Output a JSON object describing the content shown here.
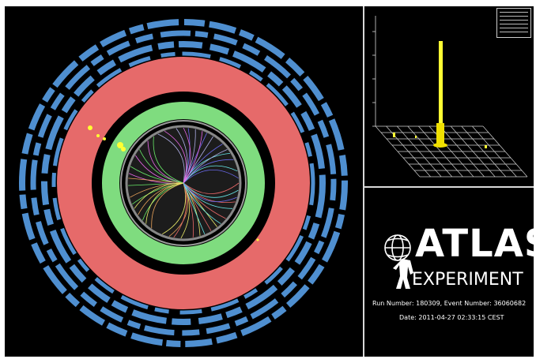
{
  "display": {
    "brand_name": "ATLAS",
    "brand_subtitle": "EXPERIMENT",
    "run_info": "Run Number: 180309, Event Number: 36060682",
    "date_info": "Date: 2011-04-27 02:33:15 CEST"
  },
  "icons": {
    "logo": "atlas-globe-figure-icon"
  },
  "colors": {
    "background": "#000000",
    "frame": "#ffffff",
    "muon_chambers": "#4f8fd0",
    "calorimeter_hadronic": "#e66a6a",
    "calorimeter_em": "#7fdc7f",
    "tracks_center": "#6b6760",
    "energy_deposit": "#ffff33"
  }
}
